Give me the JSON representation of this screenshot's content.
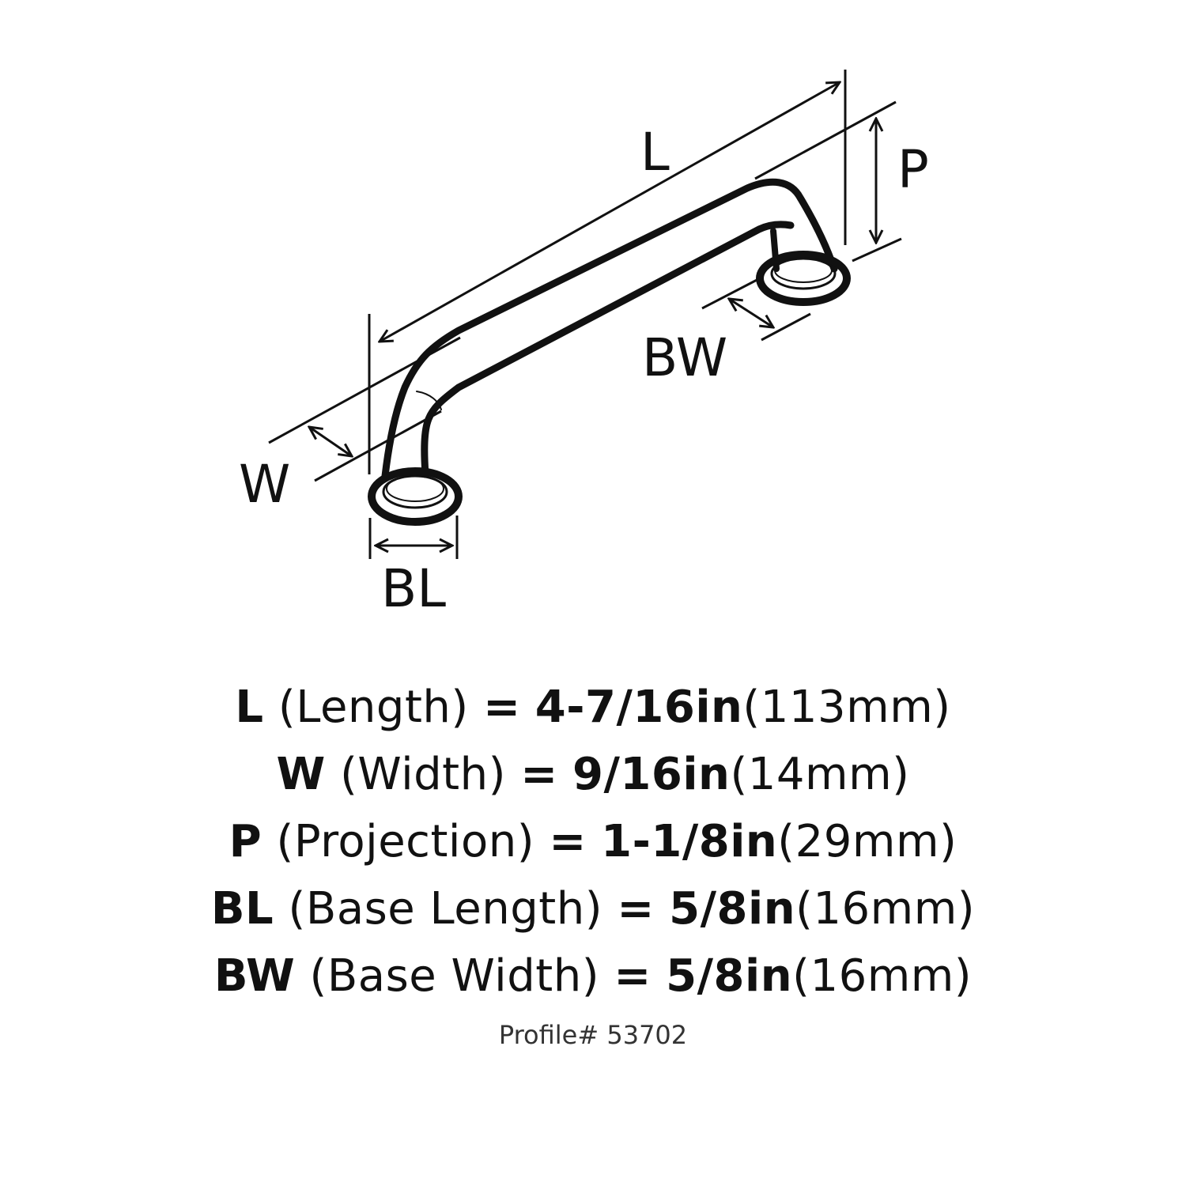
{
  "diagram": {
    "subject": "cabinet pull handle",
    "labels": {
      "L": "L",
      "P": "P",
      "W": "W",
      "BL": "BL",
      "BW": "BW"
    }
  },
  "specs": [
    {
      "key": "L",
      "desc": "(Length)",
      "eq": "=",
      "inches": "4-7/16in",
      "mm": "(113mm)"
    },
    {
      "key": "W",
      "desc": "(Width)",
      "eq": "=",
      "inches": "9/16in",
      "mm": "(14mm)"
    },
    {
      "key": "P",
      "desc": "(Projection)",
      "eq": "=",
      "inches": "1-1/8in",
      "mm": "(29mm)"
    },
    {
      "key": "BL",
      "desc": "(Base Length)",
      "eq": "=",
      "inches": "5/8in",
      "mm": "(16mm)"
    },
    {
      "key": "BW",
      "desc": "(Base Width)",
      "eq": "=",
      "inches": "5/8in",
      "mm": "(16mm)"
    }
  ],
  "profile": "Profile# 53702",
  "colors": {
    "ink": "#111111",
    "background": "#ffffff"
  }
}
